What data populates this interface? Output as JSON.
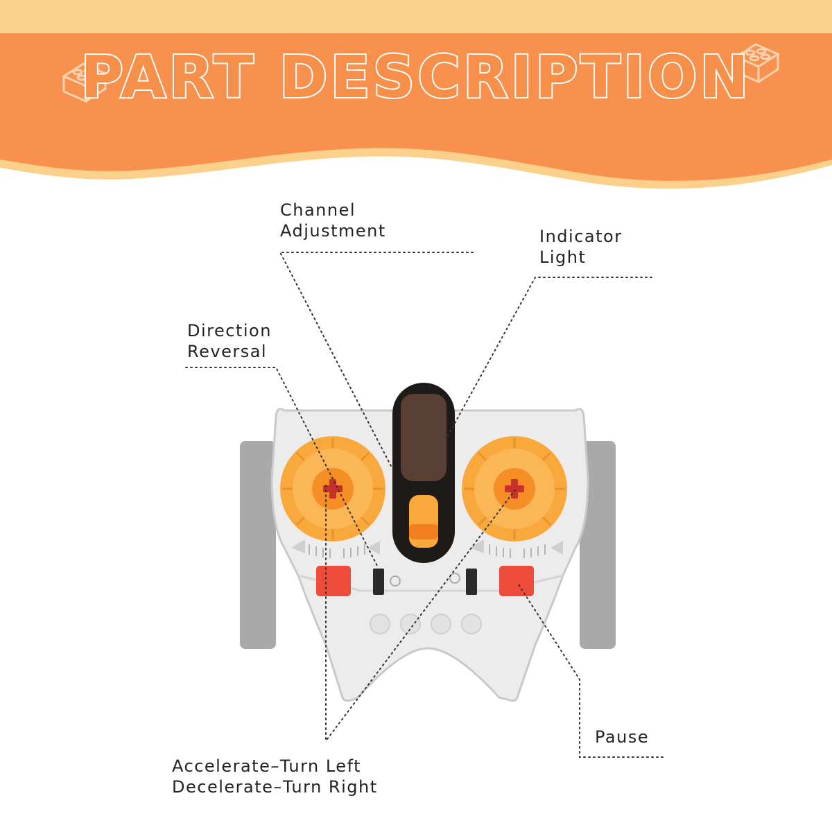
{
  "page": {
    "title": "PART DESCRIPTION"
  },
  "colors": {
    "banner_orange": "#f7914d",
    "banner_light": "#fbd08a",
    "wheel_orange": "#f9a93c",
    "wheel_center": "#f27f1d",
    "cross_red": "#c8302a",
    "button_red": "#ee4b3b",
    "body_gray": "#ececec",
    "body_shadow": "#c9c9c9",
    "side_gray": "#a9a9a9",
    "leader_line": "#333333"
  },
  "icons": [
    "lego-brick-icon",
    "cross-axle-icon"
  ],
  "callouts": {
    "channel_adjustment": {
      "line1": "Channel",
      "line2": "Adjustment"
    },
    "indicator_light": {
      "line1": "Indicator",
      "line2": "Light"
    },
    "direction_reversal": {
      "line1": "Direction",
      "line2": "Reversal"
    },
    "accelerate_decelerate": {
      "line1": "Accelerate–Turn Left",
      "line2": "Decelerate–Turn Right"
    },
    "pause": {
      "line1": "Pause"
    }
  }
}
